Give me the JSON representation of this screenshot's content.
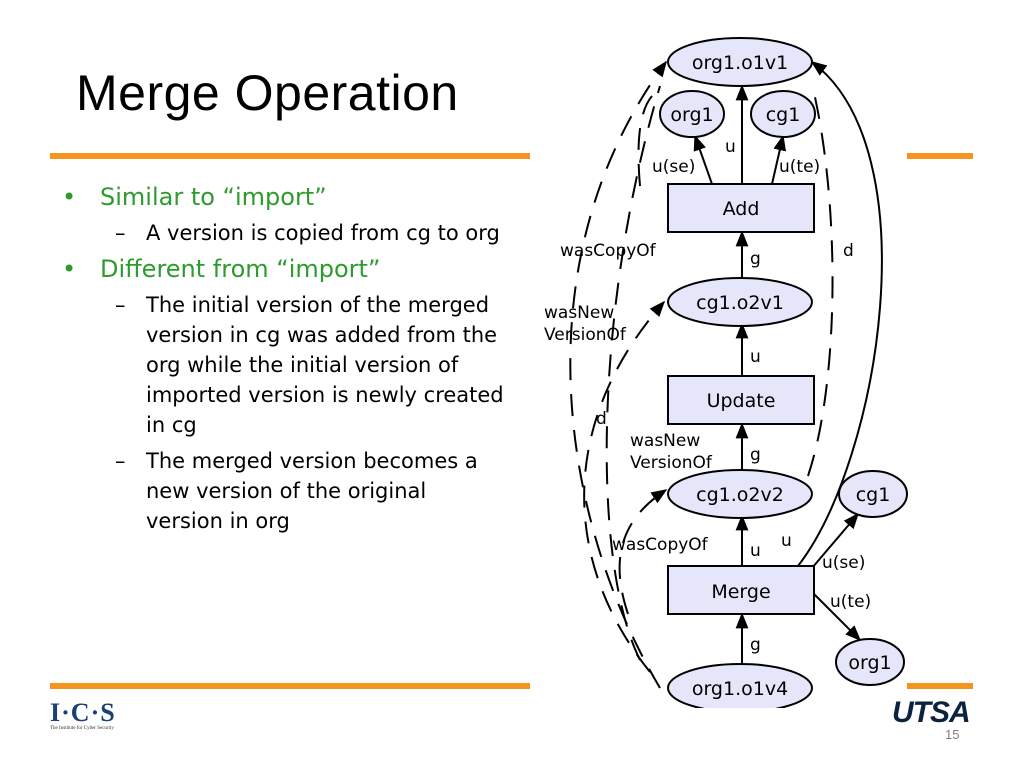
{
  "slide": {
    "title": "Merge Operation",
    "page_number": "15"
  },
  "bullets": {
    "b1": "Similar to “import”",
    "b1_sub": "A version is copied from cg to org",
    "b2": "Different from “import”",
    "b2_sub1": "The initial version of the merged version in cg was added from the org while the initial version of imported version is newly created in cg",
    "b2_sub2": "The merged version becomes a new version of the original version in org",
    "dash": "–"
  },
  "diagram": {
    "nodes": {
      "org1_o1v1": "org1.o1v1",
      "org1_top": "org1",
      "cg1_top": "cg1",
      "add": "Add",
      "cg1_o2v1": "cg1.o2v1",
      "update": "Update",
      "cg1_o2v2": "cg1.o2v2",
      "merge": "Merge",
      "cg1_right": "cg1",
      "org1_right": "org1",
      "org1_o1v4": "org1.o1v4"
    },
    "edges": {
      "u_se_top": "u(se)",
      "u_top": "u",
      "u_te_top": "u(te)",
      "wasCopyOf_top": "wasCopyOf",
      "g_add": "g",
      "d_right": "d",
      "wasNew_left_1": "wasNew",
      "wasNew_left_2": "VersionOf",
      "u_update": "u",
      "d_left": "d",
      "wasNew_mid_1": "wasNew",
      "wasNew_mid_2": "VersionOf",
      "g_update": "g",
      "wasCopyOf_bottom": "wasCopyOf",
      "u_merge_up": "u",
      "u_merge_curve": "u",
      "u_se_right": "u(se)",
      "u_te_right": "u(te)",
      "g_merge": "g"
    },
    "colors": {
      "node_fill": "#E6E6FA",
      "stroke": "#000000"
    }
  },
  "branding": {
    "ics_letters": "I·C·S",
    "ics_sub": "The Institute for Cyber Security",
    "utsa": "UTSA"
  },
  "colors": {
    "accent_rule": "#F7941D",
    "bullet_green": "#2E9B2E"
  }
}
